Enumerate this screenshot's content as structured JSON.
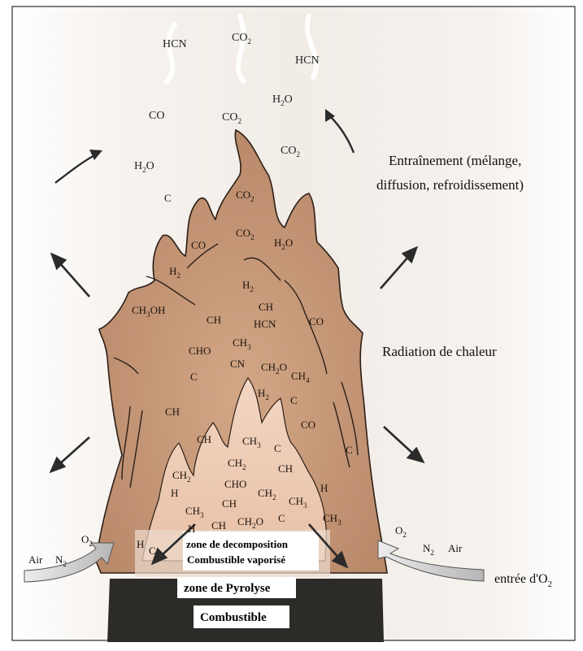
{
  "colors": {
    "outer_flame": "#c69874",
    "inner_flame": "#eac7b0",
    "fuel": "#2d2b28",
    "line": "#2b1f17"
  },
  "outer_zone": {
    "molecules": [
      "C",
      "CO2",
      "CO",
      "CO2",
      "H2O",
      "H2",
      "H2",
      "CH3OH",
      "CH",
      "CH",
      "HCN",
      "CO",
      "CHO",
      "CH3",
      "C",
      "CN",
      "CH2O",
      "CH4",
      "H2",
      "C",
      "CH",
      "CO",
      "C"
    ]
  },
  "inner_zone": {
    "molecules": [
      "CH",
      "CH3",
      "C",
      "CH2",
      "CH2",
      "CH",
      "H",
      "CHO",
      "CH2",
      "H",
      "CH3",
      "CH",
      "CH3",
      "CH2O",
      "C",
      "CH3",
      "H",
      "CH",
      "C",
      "H"
    ]
  },
  "gases": [
    "HCN",
    "CO2",
    "HCN",
    "CO",
    "CO2",
    "H2O",
    "CO2",
    "H2O"
  ],
  "labels": {
    "entrainment_line1": "Entraînement (mélange,",
    "entrainment_line2": "diffusion, refroidissement)",
    "radiation": "Radiation de chaleur",
    "oxygen_inlet": "entrée d'O",
    "oxygen_inlet_sub": "2"
  },
  "air_inlets": [
    {
      "side": "left",
      "air": "Air",
      "n2": "N2",
      "o2": "O2"
    },
    {
      "side": "right",
      "air": "Air",
      "n2": "N2",
      "o2": "O2"
    }
  ],
  "zones": {
    "decomposition_line1": "zone de decomposition",
    "decomposition_line2": "Combustible vaporisé",
    "pyrolysis": "zone de Pyrolyse",
    "fuel": "Combustible"
  }
}
